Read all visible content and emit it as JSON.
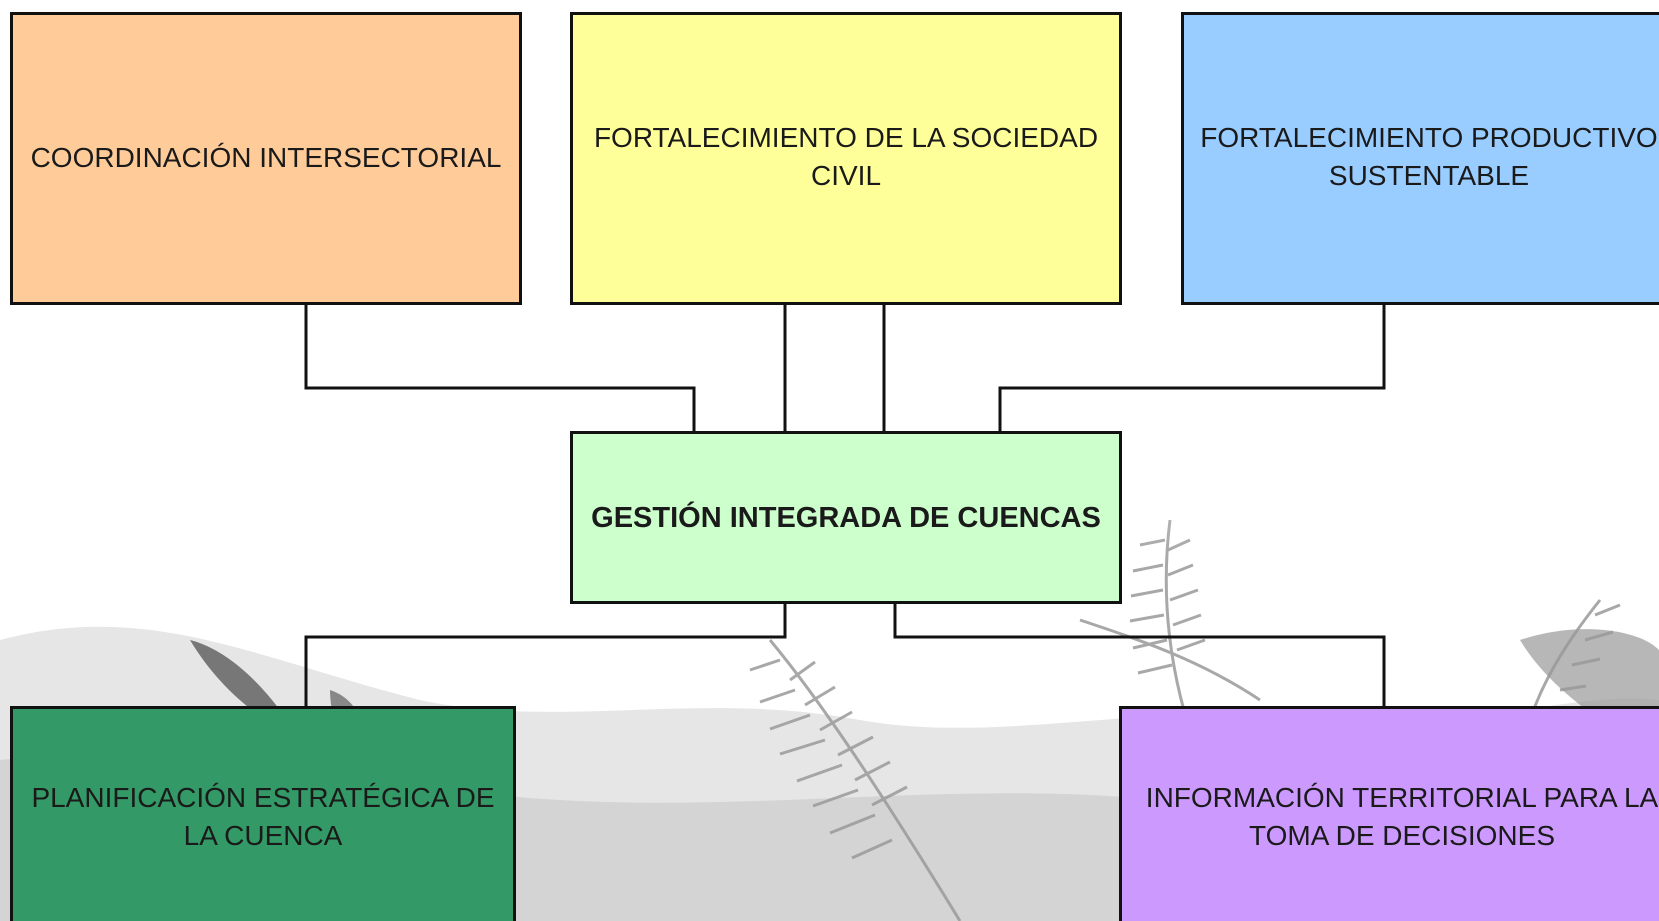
{
  "diagram": {
    "center": {
      "label": "GESTIÓN INTEGRADA DE CUENCAS",
      "color": "#ccffcc"
    },
    "top_boxes": [
      {
        "label": "COORDINACIÓN INTERSECTORIAL",
        "color": "#ffcc99"
      },
      {
        "label": "FORTALECIMIENTO DE LA SOCIEDAD CIVIL",
        "color": "#ffff99"
      },
      {
        "label": "FORTALECIMIENTO PRODUCTIVO SUSTENTABLE",
        "color": "#99ccff"
      }
    ],
    "bottom_boxes": [
      {
        "label": "PLANIFICACIÓN ESTRATÉGICA DE LA CUENCA",
        "color": "#339966"
      },
      {
        "label": "INFORMACIÓN TERRITORIAL PARA LA TOMA DE DECISIONES",
        "color": "#cc99ff"
      }
    ],
    "connector_color": "#111111",
    "background": "fern-silhouette-watermark"
  }
}
